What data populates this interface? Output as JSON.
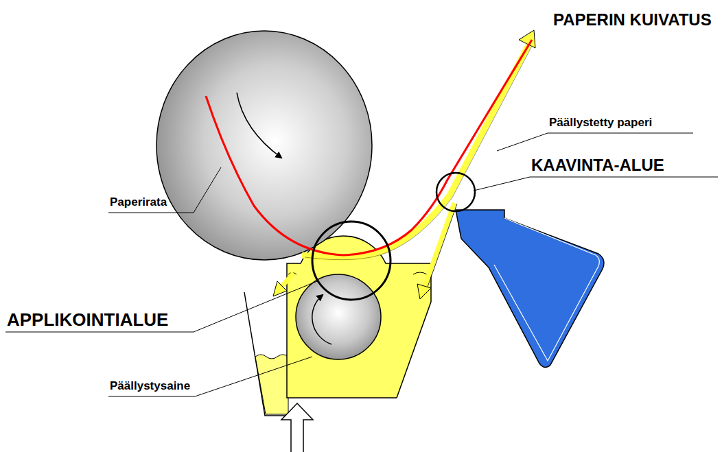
{
  "diagram": {
    "labels": [
      "PAPERIN KUIVATUS",
      "Päällystetty paperi",
      "KAAVINTA-ALUE",
      "Paperirata",
      "APPLIKOINTIALUE",
      "Päällystysaine"
    ]
  }
}
